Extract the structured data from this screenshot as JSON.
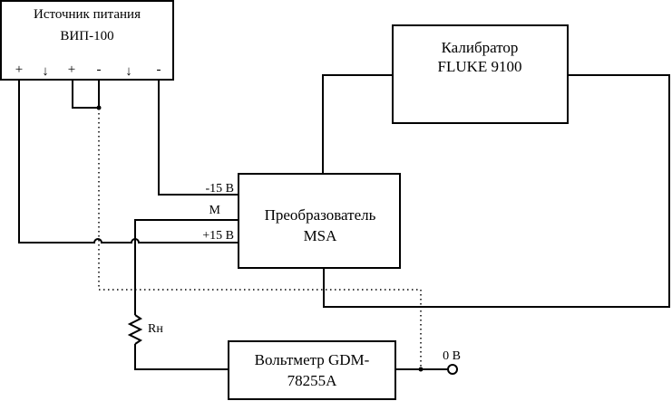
{
  "power_supply": {
    "line1": "Источник питания",
    "line2": "ВИП-100"
  },
  "terminals": [
    "+",
    "↓",
    "+",
    "-",
    "↓",
    "-"
  ],
  "calibrator": {
    "line1": "Калибратор",
    "line2": "FLUKE 9100"
  },
  "converter": {
    "line1": "Преобразователь",
    "line2": "MSA"
  },
  "converter_pins": {
    "top": "-15 В",
    "middle": "M",
    "bottom": "+15 В"
  },
  "resistor": {
    "label": "Rн"
  },
  "voltmeter": {
    "line1": "Вольтметр GDM-",
    "line2": "78255A"
  },
  "ground": {
    "label": "0 В"
  }
}
